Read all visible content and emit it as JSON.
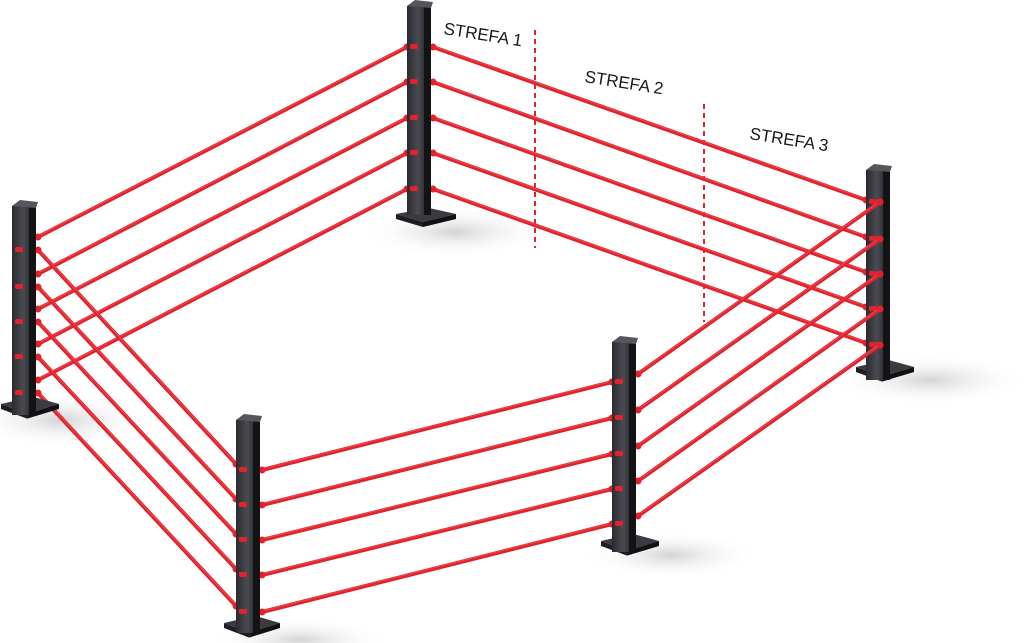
{
  "colors": {
    "beam": "#e0232e",
    "beam_highlight": "#ff6b6b",
    "post_dark": "#1e1e22",
    "post_mid": "#3a3a40",
    "post_light": "#55555c",
    "divider": "#e0232e",
    "shadow": "#d9d9d9"
  },
  "zones": [
    {
      "label": "STREFA 1"
    },
    {
      "label": "STREFA 2"
    },
    {
      "label": "STREFA 3"
    }
  ],
  "beams_per_side": 5
}
